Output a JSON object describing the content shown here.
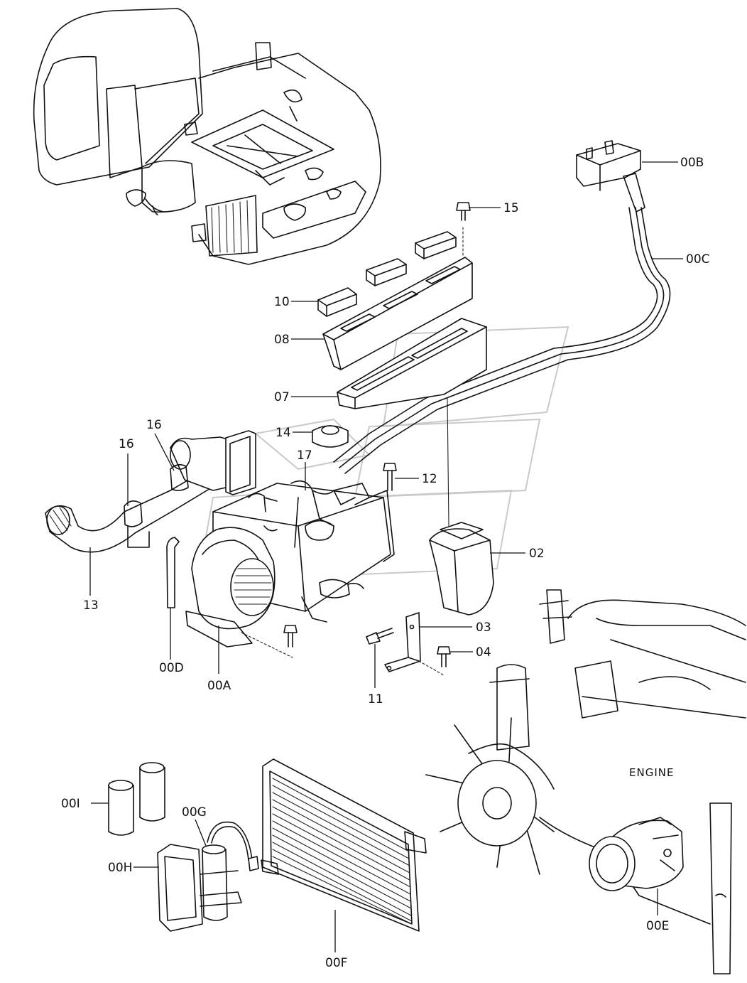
{
  "labels": {
    "p00A": "00A",
    "p00B": "00B",
    "p00C": "00C",
    "p00D": "00D",
    "p00E": "00E",
    "p00F": "00F",
    "p00G": "00G",
    "p00H": "00H",
    "p00I": "00I",
    "p02": "02",
    "p03": "03",
    "p04": "04",
    "p07": "07",
    "p08": "08",
    "p10": "10",
    "p11": "11",
    "p12": "12",
    "p13": "13",
    "p14": "14",
    "p15": "15",
    "p16a": "16",
    "p16b": "16",
    "p17": "17",
    "engine": "ENGINE"
  }
}
